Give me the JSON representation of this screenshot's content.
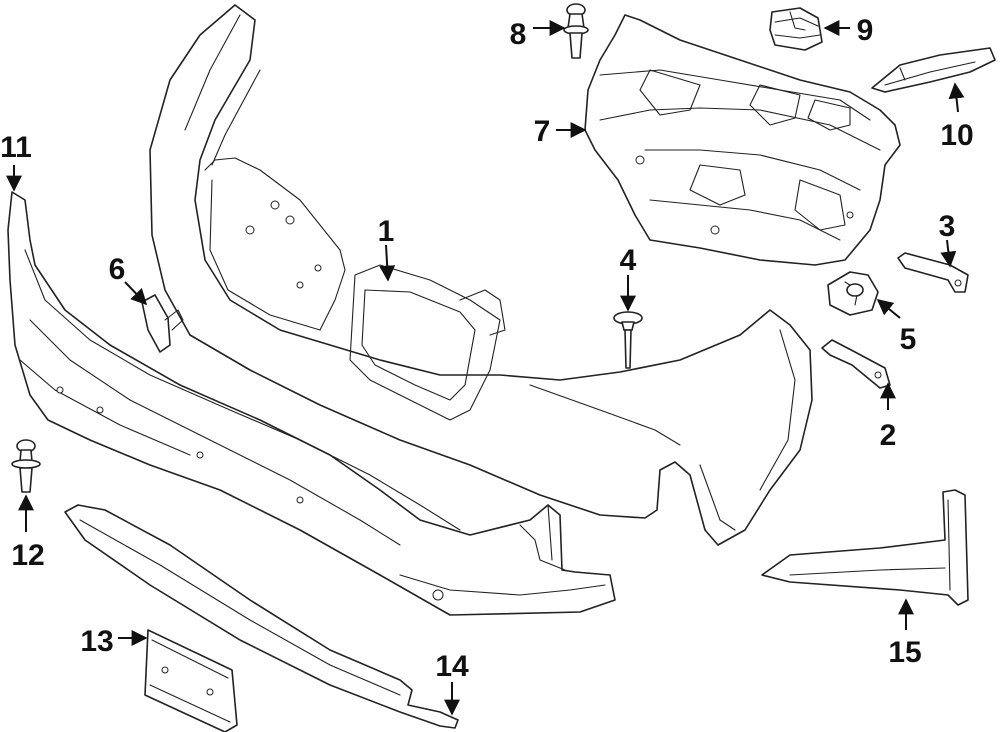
{
  "callouts": {
    "c1": {
      "number": "1"
    },
    "c2": {
      "number": "2"
    },
    "c3": {
      "number": "3"
    },
    "c4": {
      "number": "4"
    },
    "c5": {
      "number": "5"
    },
    "c6": {
      "number": "6"
    },
    "c7": {
      "number": "7"
    },
    "c8": {
      "number": "8"
    },
    "c9": {
      "number": "9"
    },
    "c10": {
      "number": "10"
    },
    "c11": {
      "number": "11"
    },
    "c12": {
      "number": "12"
    },
    "c13": {
      "number": "13"
    },
    "c14": {
      "number": "14"
    },
    "c15": {
      "number": "15"
    }
  },
  "colors": {
    "line": "#222222",
    "background": "#ffffff"
  }
}
